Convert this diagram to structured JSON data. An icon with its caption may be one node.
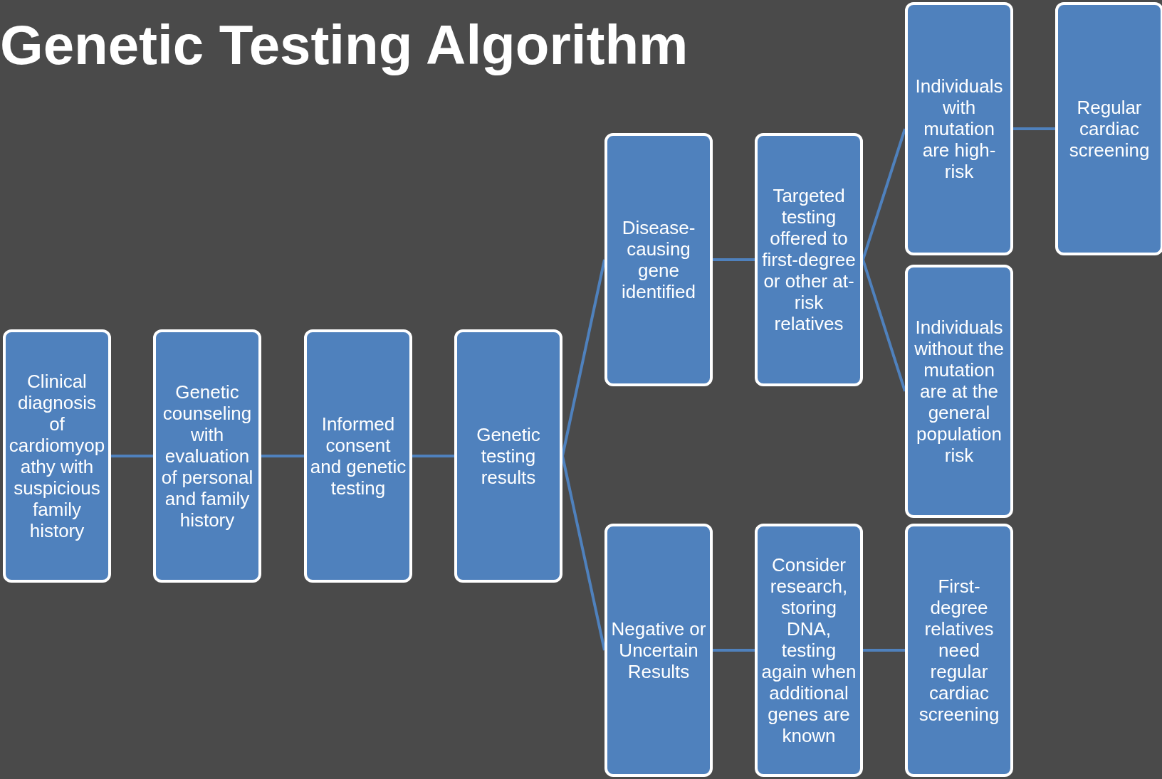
{
  "diagram": {
    "title": "Genetic Testing Algorithm",
    "nodes": [
      {
        "text": [
          "Clinical diagnosis of cardiomyopathy with suspicious family history"
        ]
      },
      {
        "text": [
          "Genetic counseling with evaluation of personal and family history"
        ]
      },
      {
        "text": [
          "Informed consent and genetic testing"
        ]
      },
      {
        "text": [
          "Genetic testing results"
        ]
      },
      {
        "text": [
          "Disease-causing gene identified"
        ]
      },
      {
        "text": [
          "Targeted testing offered to first-degree or other at-risk relatives"
        ]
      },
      {
        "text": [
          "Individuals with mutation are high-risk"
        ]
      },
      {
        "text": [
          "Regular cardiac screening"
        ]
      },
      {
        "text": [
          "Individuals without the mutation are at the general population risk"
        ]
      },
      {
        "text": [
          "Negative or Uncertain Results"
        ]
      },
      {
        "text": [
          "Consider research, storing DNA, testing again when additional genes are known"
        ]
      },
      {
        "text": [
          "First-degree relatives need regular cardiac screening"
        ]
      }
    ],
    "edges": [
      {
        "from": 0,
        "to": 1,
        "arrow": "none"
      },
      {
        "from": 1,
        "to": 2,
        "arrow": "none"
      },
      {
        "from": 2,
        "to": 3,
        "arrow": "none"
      },
      {
        "from": 3,
        "to": 4,
        "arrow": "none"
      },
      {
        "from": 3,
        "to": 9,
        "arrow": "none"
      },
      {
        "from": 4,
        "to": 5,
        "arrow": "none"
      },
      {
        "from": 5,
        "to": 6,
        "arrow": "none"
      },
      {
        "from": 5,
        "to": 8,
        "arrow": "none"
      },
      {
        "from": 6,
        "to": 7,
        "arrow": "none"
      },
      {
        "from": 9,
        "to": 10,
        "arrow": "none"
      },
      {
        "from": 10,
        "to": 11,
        "arrow": "none"
      }
    ]
  }
}
